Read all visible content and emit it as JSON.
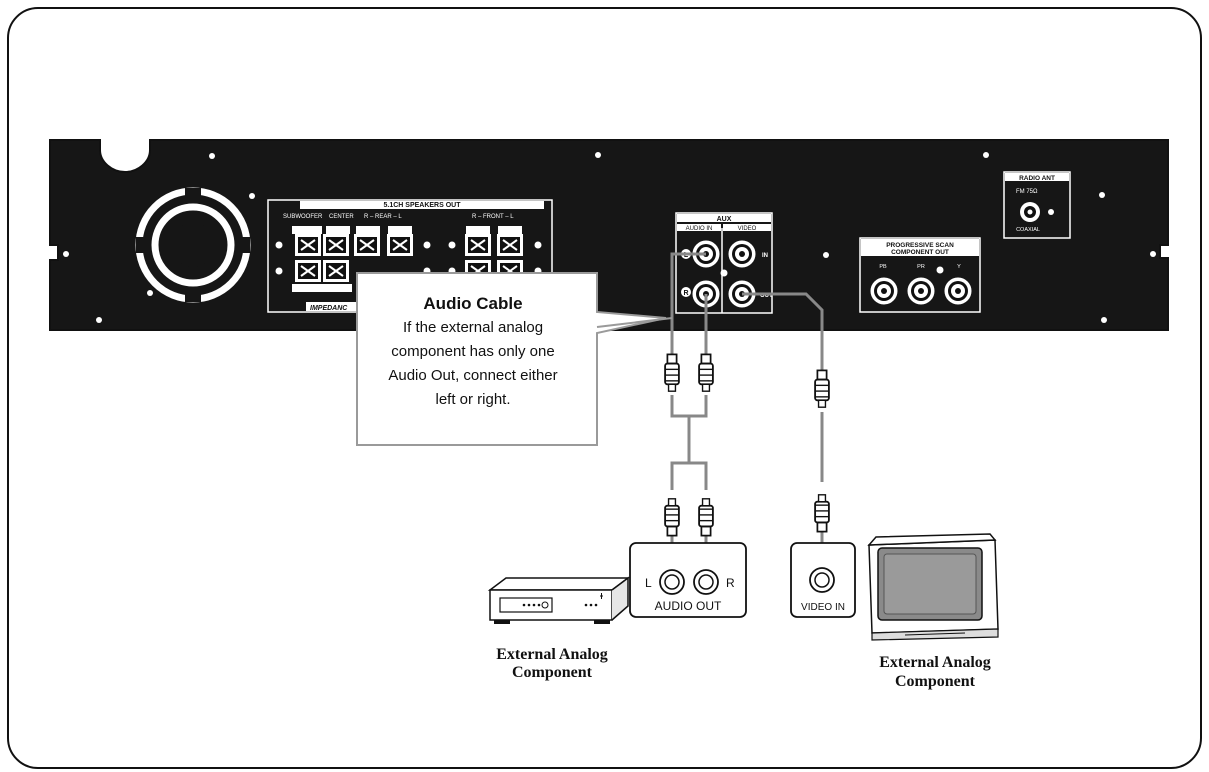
{
  "panel": {
    "speakers_title": "5.1CH SPEAKERS OUT",
    "subwoofer": "SUBWOOFER",
    "center": "CENTER",
    "rear": "R – REAR – L",
    "front": "R – FRONT – L",
    "impedance": "IMPEDANC",
    "aux_title": "AUX",
    "audio_in": "AUDIO IN",
    "video": "VIDEO",
    "video_in_label": "IN",
    "video_out_label": "OUT",
    "jack_l": "L",
    "jack_r": "R",
    "component_title_1": "PROGRESSIVE SCAN",
    "component_title_2": "COMPONENT OUT",
    "pb": "PB",
    "pr": "PR",
    "y": "Y",
    "radio_title": "RADIO ANT",
    "fm": "FM 75Ω",
    "coaxial": "COAXIAL"
  },
  "callout": {
    "title": "Audio Cable",
    "body": [
      "If the external analog",
      "component has only one",
      "Audio Out, connect either",
      "left or right."
    ]
  },
  "audio_out_box": {
    "left": "L",
    "right": "R",
    "label": "AUDIO OUT"
  },
  "video_in_box": {
    "label": "VIDEO IN"
  },
  "captions": {
    "left_device": [
      "External Analog",
      "Component"
    ],
    "right_device": [
      "External Analog",
      "Component"
    ]
  },
  "icons": [
    "fan-icon",
    "rca-plug-icon",
    "vcr-icon",
    "tv-icon"
  ]
}
